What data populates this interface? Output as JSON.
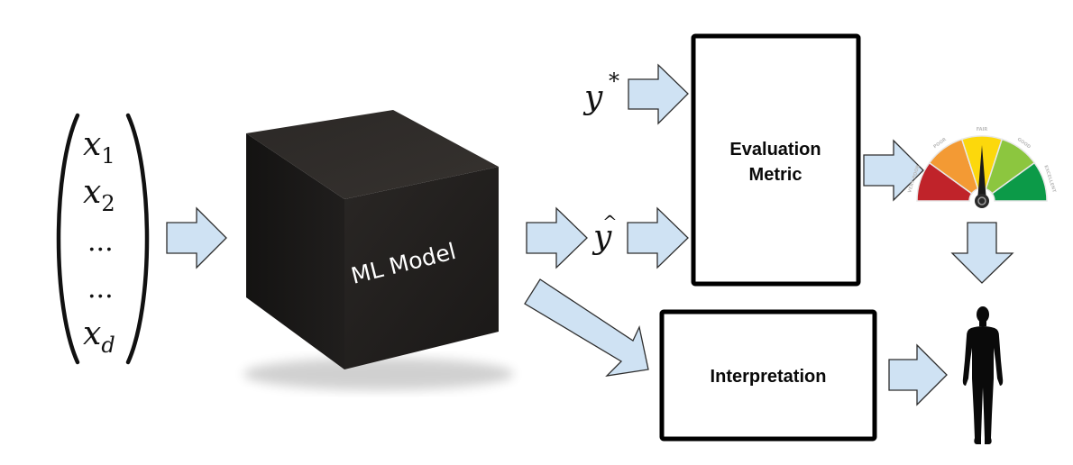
{
  "diagram": {
    "title": "ML model evaluation and interpretation pipeline",
    "input_vector": {
      "entries": [
        {
          "base": "x",
          "sub": "1"
        },
        {
          "base": "x",
          "sub": "2"
        },
        {
          "base": "...",
          "sub": ""
        },
        {
          "base": "...",
          "sub": ""
        },
        {
          "base": "x",
          "sub": "d"
        }
      ]
    },
    "model": {
      "label": "ML Model",
      "color": "#1c1a19"
    },
    "ground_truth": {
      "base": "y",
      "sup": "*"
    },
    "prediction": {
      "base": "y",
      "hat": "^"
    },
    "evaluation_box": {
      "line1": "Evaluation",
      "line2": "Metric"
    },
    "interpretation_box": {
      "label": "Interpretation"
    },
    "gauge": {
      "segments": [
        {
          "label": "VERY POOR",
          "color": "#c0232a"
        },
        {
          "label": "POOR",
          "color": "#f39a34"
        },
        {
          "label": "FAIR",
          "color": "#fcd80c"
        },
        {
          "label": "GOOD",
          "color": "#8cc63f"
        },
        {
          "label": "EXCELLENT",
          "color": "#0c9a48"
        }
      ],
      "needle_value_fraction": 0.5
    },
    "human": {
      "label": "human-observer"
    },
    "colors": {
      "arrow_fill": "#cfe2f3",
      "arrow_stroke": "#2e2e2e",
      "box_stroke": "#000000"
    }
  }
}
